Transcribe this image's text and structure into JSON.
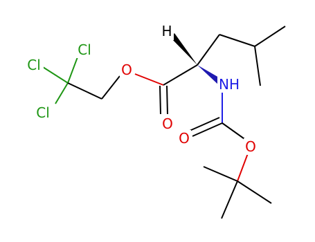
{
  "colors": {
    "carbon_bond": "#000000",
    "oxygen": "#e00000",
    "nitrogen": "#1e1ee6",
    "chlorine": "#1e9614",
    "stereo_wedge_fill": "#000000",
    "nh_wedge_fill": "#1f1ab0"
  },
  "atoms": {
    "cl_1": {
      "text": "Cl",
      "element": "Cl"
    },
    "cl_2": {
      "text": "Cl",
      "element": "Cl"
    },
    "cl_3": {
      "text": "Cl",
      "element": "Cl"
    },
    "o_ester": {
      "text": "O",
      "element": "O"
    },
    "o_carbonyl_ester": {
      "text": "O",
      "element": "O"
    },
    "h_stereo": {
      "text": "H",
      "element": "H"
    },
    "nh": {
      "text": "NH",
      "element": "N"
    },
    "o_carbamate_carbonyl": {
      "text": "O",
      "element": "O"
    },
    "o_carbamate": {
      "text": "O",
      "element": "O"
    }
  }
}
